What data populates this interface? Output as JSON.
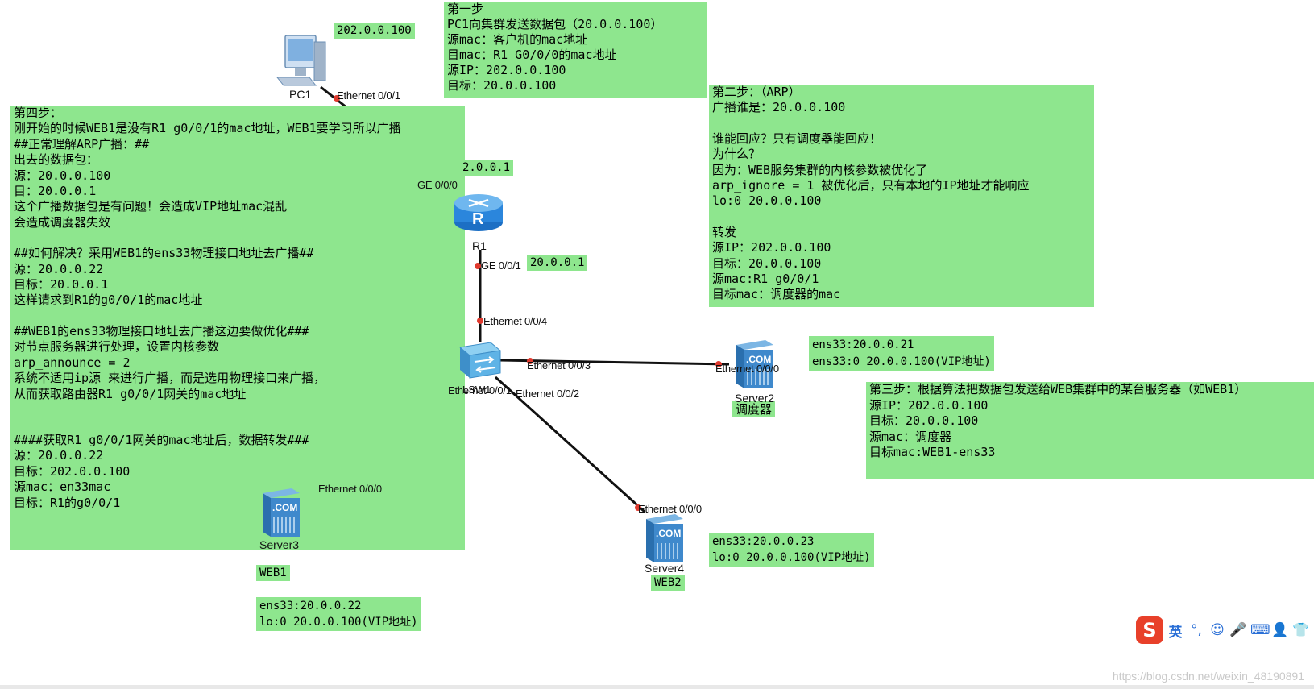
{
  "notes": {
    "step1": [
      "第一步",
      "PC1向集群发送数据包（20.0.0.100）",
      "源mac：客户机的mac地址",
      "目mac：R1 G0/0/0的mac地址",
      "源IP：202.0.0.100",
      "目标：20.0.0.100"
    ],
    "step2": [
      "第二步：（ARP）",
      "广播谁是：20.0.0.100",
      "",
      "谁能回应？只有调度器能回应！",
      "为什么？",
      "因为：WEB服务集群的内核参数被优化了",
      "arp_ignore = 1 被优化后，只有本地的IP地址才能响应",
      "lo:0 20.0.0.100",
      "",
      "转发",
      "源IP：202.0.0.100",
      "目标：20.0.0.100",
      "源mac:R1 g0/0/1",
      "目标mac：调度器的mac"
    ],
    "step3": [
      "第三步：根据算法把数据包发送给WEB集群中的某台服务器（如WEB1）",
      "源IP：202.0.0.100",
      "目标：20.0.0.100",
      "源mac：调度器",
      "目标mac:WEB1-ens33"
    ],
    "step4": [
      "第四步：",
      "刚开始的时候WEB1是没有R1 g0/0/1的mac地址，WEB1要学习所以广播",
      "##正常理解ARP广播：##",
      "出去的数据包：",
      "源：20.0.0.100",
      "目：20.0.0.1",
      "这个广播数据包是有问题！会造成VIP地址mac混乱",
      "会造成调度器失效",
      "",
      "##如何解决？采用WEB1的ens33物理接口地址去广播##",
      "源：20.0.0.22",
      "目标：20.0.0.1",
      "这样请求到R1的g0/0/1的mac地址",
      "",
      "##WEB1的ens33物理接口地址去广播这边要做优化###",
      "对节点服务器进行处理，设置内核参数",
      "arp_announce = 2",
      "系统不适用ip源 来进行广播，而是选用物理接口来广播，",
      "从而获取路由器R1 g0/0/1网关的mac地址",
      "",
      "",
      "####获取R1 g0/0/1网关的mac地址后，数据转发###",
      "源：20.0.0.22",
      "目标：202.0.0.100",
      "源mac：en33mac",
      "目标：R1的g0/0/1"
    ]
  },
  "tags": {
    "pc1_ip": "202.0.0.100",
    "r1_g000_ip": "2.0.0.1",
    "r1_g001_ip": "20.0.0.1",
    "server2_info": [
      "ens33:20.0.0.21",
      "ens33:0 20.0.0.100(VIP地址)"
    ],
    "server2_role": "调度器",
    "web1": "WEB1",
    "server3_info": [
      "ens33:20.0.0.22",
      "lo:0 20.0.0.100(VIP地址)"
    ],
    "web2": "WEB2",
    "server4_info": [
      "ens33:20.0.0.23",
      "lo:0 20.0.0.100(VIP地址)"
    ]
  },
  "devices": {
    "pc1": "PC1",
    "r1": "R1",
    "lsw1": "LSW1",
    "server2": "Server2",
    "server3": "Server3",
    "server4": "Server4"
  },
  "ports": {
    "pc1_eth": "Ethernet 0/0/1",
    "r1_ge000": "GE 0/0/0",
    "r1_ge001": "GE 0/0/1",
    "sw_eth4": "Ethernet 0/0/4",
    "sw_eth3": "Ethernet 0/0/3",
    "sw_eth1": "Ethernet 0/0/1",
    "sw_eth2": "Ethernet 0/0/2",
    "s2_eth": "Ethernet 0/0/0",
    "s3_eth": "Ethernet 0/0/0",
    "s4_eth": "Ethernet 0/0/0"
  },
  "ime": {
    "lang": "英"
  },
  "watermark": "https://blog.csdn.net/weixin_48190891",
  "colors": {
    "note_bg": "#8ee68e",
    "link": "#111111",
    "port_dot": "#e03a2e"
  }
}
